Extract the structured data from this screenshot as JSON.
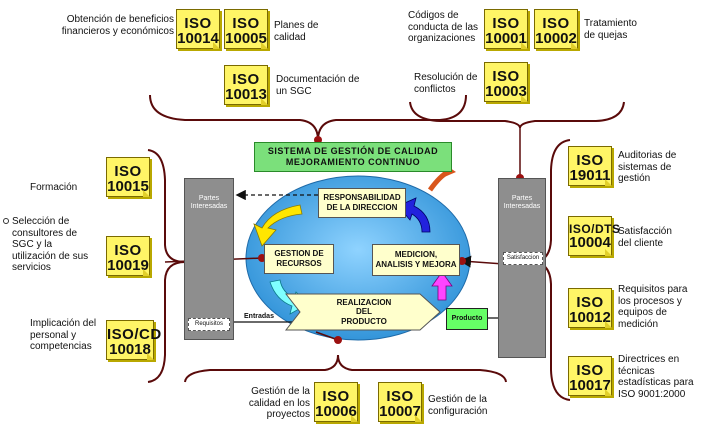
{
  "title": {
    "line1": "SISTEMA DE GESTIÓN DE CALIDAD",
    "line2": "MEJORAMIENTO CONTINUO"
  },
  "process": {
    "responsabilidad": {
      "line1": "RESPONSABILIDAD",
      "line2": "DE LA DIRECCION"
    },
    "gestion": {
      "line1": "GESTION  DE",
      "line2": "RECURSOS"
    },
    "medicion": {
      "line1": "MEDICION,",
      "line2": "ANALISIS Y MEJORA"
    },
    "realizacion": {
      "line1": "REALIZACION",
      "line2": "DEL",
      "line3": "PRODUCTO"
    },
    "entradas": "Entradas",
    "producto": "Producto",
    "requisitos": "Requisitos",
    "satisfaccion": "Satisfaccion"
  },
  "pillars": {
    "left": {
      "line1": "Partes",
      "line2": "Interesadas"
    },
    "right": {
      "line1": "Partes",
      "line2": "Interesadas"
    }
  },
  "notes": {
    "n10014": {
      "l1": "ISO",
      "l2": "10014"
    },
    "n10005": {
      "l1": "ISO",
      "l2": "10005"
    },
    "n10013": {
      "l1": "ISO",
      "l2": "10013"
    },
    "n10001": {
      "l1": "ISO",
      "l2": "10001"
    },
    "n10002": {
      "l1": "ISO",
      "l2": "10002"
    },
    "n10003": {
      "l1": "ISO",
      "l2": "10003"
    },
    "n10015": {
      "l1": "ISO",
      "l2": "10015"
    },
    "n10019": {
      "l1": "ISO",
      "l2": "10019"
    },
    "n10018": {
      "l1": "ISO/CD",
      "l2": "10018"
    },
    "n19011": {
      "l1": "ISO",
      "l2": "19011"
    },
    "n10004": {
      "l1": "ISO/DTS",
      "l2": "10004"
    },
    "n10012": {
      "l1": "ISO",
      "l2": "10012"
    },
    "n10017": {
      "l1": "ISO",
      "l2": "10017"
    },
    "n10006": {
      "l1": "ISO",
      "l2": "10006"
    },
    "n10007": {
      "l1": "ISO",
      "l2": "10007"
    }
  },
  "labels": {
    "beneficios": {
      "l1": "Obtención de beneficios",
      "l2": "financieros y económicos"
    },
    "planes": {
      "l1": "Planes de",
      "l2": "calidad"
    },
    "documentacion": {
      "l1": "Documentación de",
      "l2": "un SGC"
    },
    "codigos": {
      "l1": "Códigos de",
      "l2": "conducta de las",
      "l3": "organizaciones"
    },
    "quejas": {
      "l1": "Tratamiento",
      "l2": "de quejas"
    },
    "conflictos": {
      "l1": "Resolución de",
      "l2": "conflictos"
    },
    "formacion": "Formación",
    "consultores": {
      "l1": "Selección de",
      "l2": "consultores de",
      "l3": "SGC y la",
      "l4": "utilización de sus",
      "l5": "servicios"
    },
    "implicacion": {
      "l1": "Implicación del",
      "l2": "personal y",
      "l3": "competencias"
    },
    "auditorias": {
      "l1": "Auditorias de",
      "l2": "sistemas de",
      "l3": "gestión"
    },
    "satisfaccion": {
      "l1": "Satisfacción",
      "l2": "del cliente"
    },
    "requisitos": {
      "l1": "Requisitos para",
      "l2": "los procesos y",
      "l3": "equipos de",
      "l4": "medición"
    },
    "directrices": {
      "l1": "Directrices en",
      "l2": "técnicas",
      "l3": "estadísticas para",
      "l4": "ISO 9001:2000"
    },
    "proyectos": {
      "l1": "Gestión de la",
      "l2": "calidad en los",
      "l3": "proyectos"
    },
    "configuracion": {
      "l1": "Gestión de la",
      "l2": "configuración"
    }
  },
  "colors": {
    "note": "#fff566",
    "ellipse": "#3aa8e8",
    "title_box": "#7be07b",
    "brace": "#5a0a0a",
    "node": "#9b1010"
  }
}
